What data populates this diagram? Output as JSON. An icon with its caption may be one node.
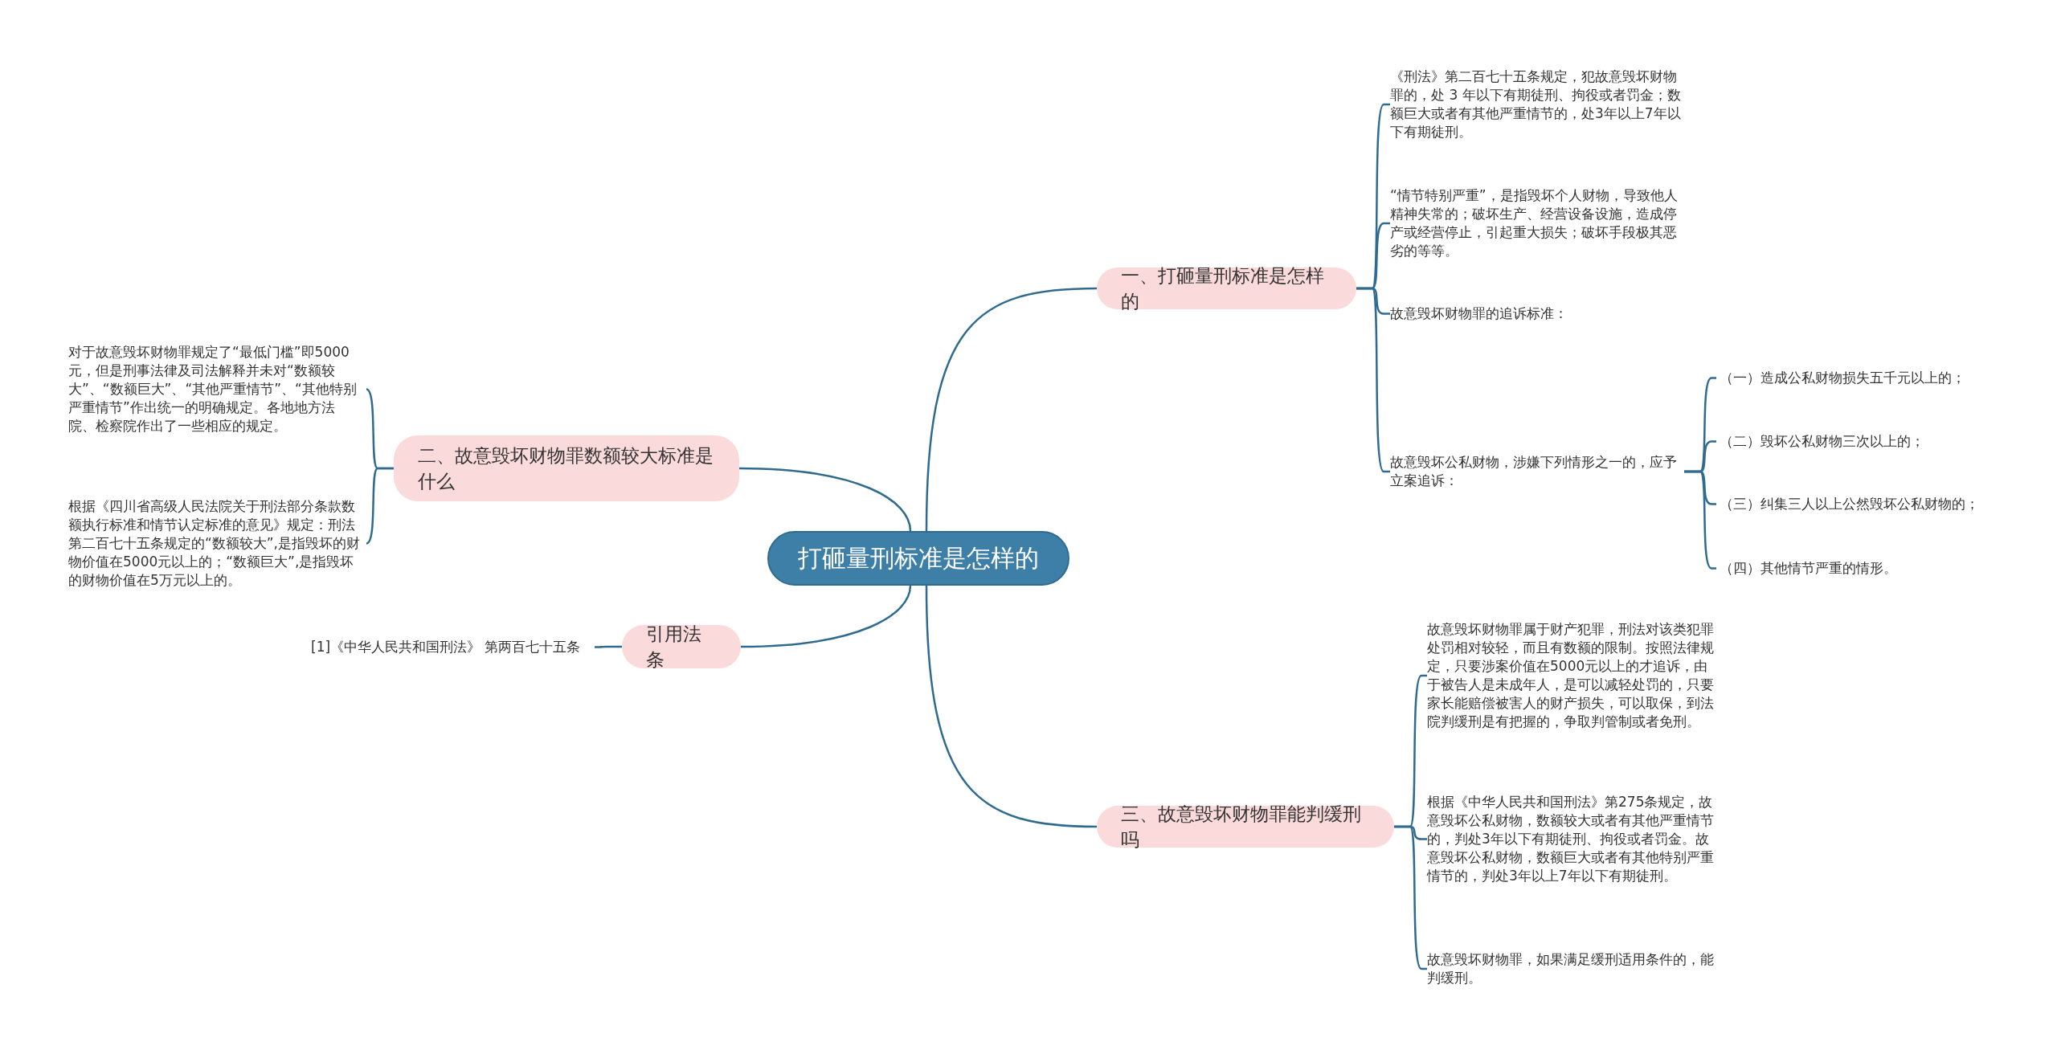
{
  "diagram": {
    "nodes": [
      {
        "text": [
          "打砸量刑标准是怎样的"
        ]
      },
      {
        "text": [
          "一、打砸量刑标准是怎样的"
        ]
      },
      {
        "text": [
          "《刑法》第二百七十五条规定，犯故意毁坏财物罪的，处 3 年以下有期徒刑、拘役或者罚金；数额巨大或者有其他严重情节的，处3年以上7年以下有期徒刑。"
        ]
      },
      {
        "text": [
          "“情节特别严重”，是指毁坏个人财物，导致他人精神失常的；破坏生产、经营设备设施，造成停产或经营停止，引起重大损失；破坏手段极其恶劣的等等。"
        ]
      },
      {
        "text": [
          "故意毁坏财物罪的追诉标准："
        ]
      },
      {
        "text": [
          "故意毁坏公私财物，涉嫌下列情形之一的，应予立案追诉："
        ]
      },
      {
        "text": [
          "（一）造成公私财物损失五千元以上的；"
        ]
      },
      {
        "text": [
          "（二）毁坏公私财物三次以上的；"
        ]
      },
      {
        "text": [
          "（三）纠集三人以上公然毁坏公私财物的；"
        ]
      },
      {
        "text": [
          "（四）其他情节严重的情形。"
        ]
      },
      {
        "text": [
          "二、故意毁坏财物罪数额较大标准是什么"
        ]
      },
      {
        "text": [
          "对于故意毁坏财物罪规定了“最低门槛”即5000元，但是刑事法律及司法解释并未对“数额较大”、“数额巨大”、“其他严重情节”、“其他特别严重情节”作出统一的明确规定。各地地方法院、检察院作出了一些相应的规定。"
        ]
      },
      {
        "text": [
          "根据《四川省高级人民法院关于刑法部分条款数额执行标准和情节认定标准的意见》规定：刑法第二百七十五条规定的“数额较大”,是指毁坏的财物价值在5000元以上的；“数额巨大”,是指毁坏的财物价值在5万元以上的。"
        ]
      },
      {
        "text": [
          "引用法条"
        ]
      },
      {
        "text": [
          "[1]《中华人民共和国刑法》 第两百七十五条"
        ]
      },
      {
        "text": [
          "三、故意毁坏财物罪能判缓刑吗"
        ]
      },
      {
        "text": [
          "故意毁坏财物罪属于财产犯罪，刑法对该类犯罪处罚相对较轻，而且有数额的限制。按照法律规定，只要涉案价值在5000元以上的才追诉，由于被告人是未成年人，是可以减轻处罚的，只要家长能赔偿被害人的财产损失，可以取保，到法院判缓刑是有把握的，争取判管制或者免刑。"
        ]
      },
      {
        "text": [
          "根据《中华人民共和国刑法》第275条规定，故意毁坏公私财物，数额较大或者有其他严重情节的，判处3年以下有期徒刑、拘役或者罚金。故意毁坏公私财物，数额巨大或者有其他特别严重情节的，判处3年以上7年以下有期徒刑。"
        ]
      },
      {
        "text": [
          "故意毁坏财物罪，如果满足缓刑适用条件的，能判缓刑。"
        ]
      }
    ],
    "edges": [
      {
        "from": 0,
        "to": 1,
        "arrow": "none"
      },
      {
        "from": 0,
        "to": 10,
        "arrow": "none"
      },
      {
        "from": 0,
        "to": 13,
        "arrow": "none"
      },
      {
        "from": 0,
        "to": 15,
        "arrow": "none"
      },
      {
        "from": 1,
        "to": 2,
        "arrow": "none"
      },
      {
        "from": 1,
        "to": 3,
        "arrow": "none"
      },
      {
        "from": 1,
        "to": 4,
        "arrow": "none"
      },
      {
        "from": 1,
        "to": 5,
        "arrow": "none"
      },
      {
        "from": 5,
        "to": 6,
        "arrow": "none"
      },
      {
        "from": 5,
        "to": 7,
        "arrow": "none"
      },
      {
        "from": 5,
        "to": 8,
        "arrow": "none"
      },
      {
        "from": 5,
        "to": 9,
        "arrow": "none"
      },
      {
        "from": 10,
        "to": 11,
        "arrow": "none"
      },
      {
        "from": 10,
        "to": 12,
        "arrow": "none"
      },
      {
        "from": 13,
        "to": 14,
        "arrow": "none"
      },
      {
        "from": 15,
        "to": 16,
        "arrow": "none"
      },
      {
        "from": 15,
        "to": 17,
        "arrow": "none"
      },
      {
        "from": 15,
        "to": 18,
        "arrow": "none"
      }
    ]
  }
}
